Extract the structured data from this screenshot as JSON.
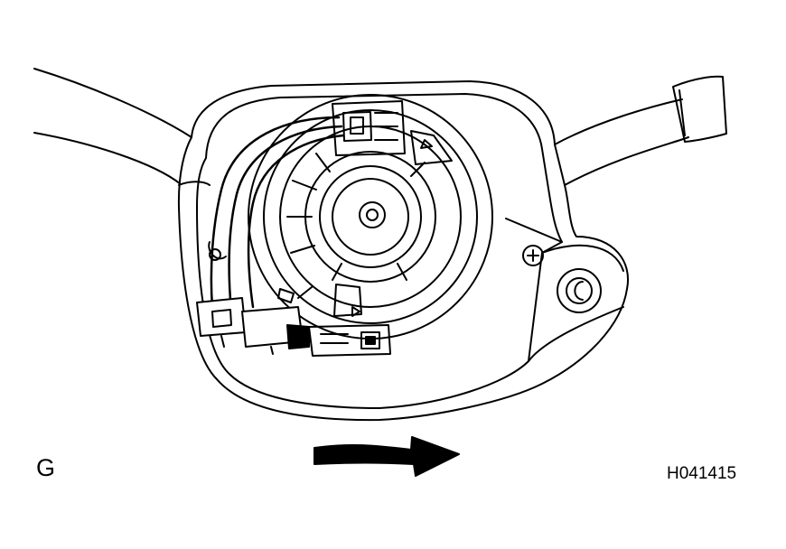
{
  "figure": {
    "view_label": "G",
    "figure_code": "H041415"
  },
  "parts": [
    {
      "name": "steering-column-cover",
      "icon": "cover-outline"
    },
    {
      "name": "combination-switch-stalk-left",
      "icon": "stalk"
    },
    {
      "name": "combination-switch-stalk-right",
      "icon": "stalk"
    },
    {
      "name": "spiral-cable",
      "icon": "clock-spring"
    },
    {
      "name": "spiral-cable-connector-upper",
      "icon": "connector"
    },
    {
      "name": "wire-harness-connector-lower",
      "icon": "connector"
    },
    {
      "name": "screw",
      "icon": "screw-head"
    },
    {
      "name": "rotation-direction-arrow",
      "icon": "curved-arrow-right"
    }
  ],
  "colors": {
    "line": "#000000",
    "background": "#ffffff"
  }
}
